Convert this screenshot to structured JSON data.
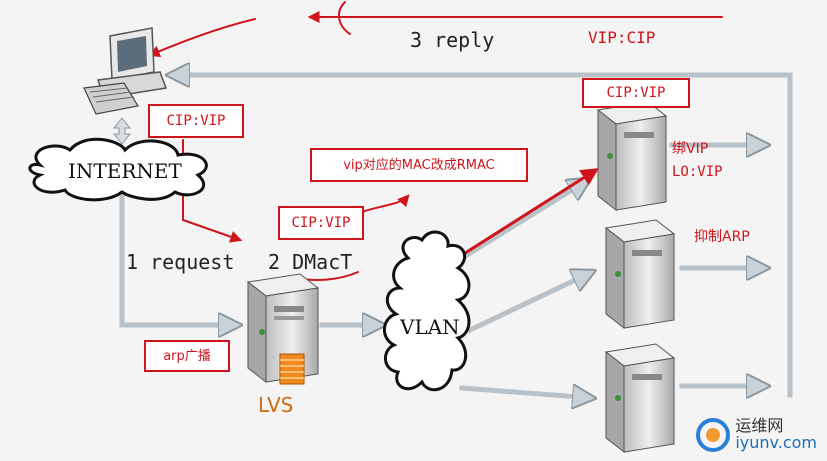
{
  "colors": {
    "accent": "#d0141c",
    "line": "#b9c2c8",
    "server": "#d9d9d9"
  },
  "labels": {
    "reply": "3 reply",
    "vip_cip": "VIP:CIP",
    "cip_vip_top": "CIP:VIP",
    "cip_vip_left": "CIP:VIP",
    "cip_vip_mid": "CIP:VIP",
    "vip_mac_note": "vip对应的MAC改成RMAC",
    "internet": "INTERNET",
    "request": "1 request",
    "dmac": "2 DMacT",
    "vlan": "VLAN",
    "lvs": "LVS",
    "arp_broadcast": "arp广播",
    "bind_vip": "绑VIP",
    "lo_vip": "LO:VIP",
    "suppress_arp": "抑制ARP"
  },
  "watermark": {
    "name": "运维网",
    "url": "iyunv.com"
  },
  "icons": [
    "client-computer-icon",
    "cloud-internet-icon",
    "cloud-vlan-icon",
    "lvs-server-icon",
    "real-server-icon"
  ]
}
